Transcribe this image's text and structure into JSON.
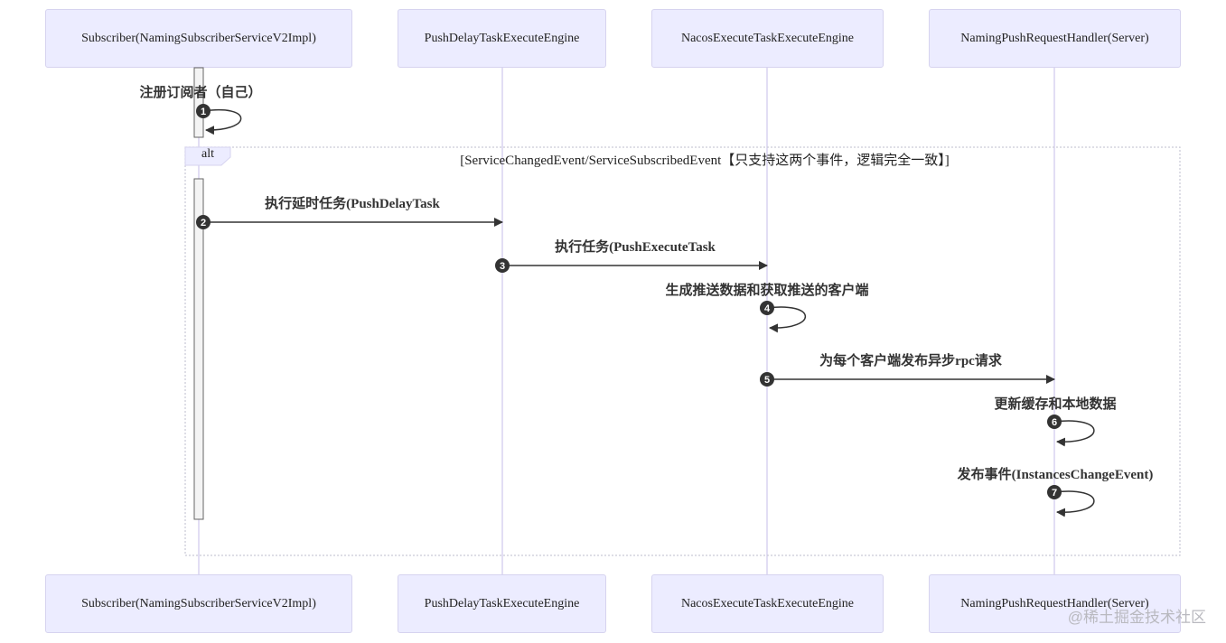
{
  "participants": [
    "Subscriber(NamingSubscriberServiceV2Impl)",
    "PushDelayTaskExecuteEngine",
    "NacosExecuteTaskExecuteEngine",
    "NamingPushRequestHandler(Server)"
  ],
  "alt": {
    "tag": "alt",
    "condition": "[ServiceChangedEvent/ServiceSubscribedEvent【只支持这两个事件，逻辑完全一致】]"
  },
  "messages": [
    {
      "num": "1",
      "label": "注册订阅者（自己）",
      "from": 0,
      "to": 0
    },
    {
      "num": "2",
      "label": "执行延时任务(PushDelayTask",
      "from": 0,
      "to": 1
    },
    {
      "num": "3",
      "label": "执行任务(PushExecuteTask",
      "from": 1,
      "to": 2
    },
    {
      "num": "4",
      "label": "生成推送数据和获取推送的客户端",
      "from": 2,
      "to": 2
    },
    {
      "num": "5",
      "label": "为每个客户端发布异步rpc请求",
      "from": 2,
      "to": 3
    },
    {
      "num": "6",
      "label": "更新缓存和本地数据",
      "from": 3,
      "to": 3
    },
    {
      "num": "7",
      "label": "发布事件(InstancesChangeEvent)",
      "from": 3,
      "to": 3
    }
  ],
  "watermark": "@稀土掘金技术社区",
  "colors": {
    "actor_fill": "#ECECFF",
    "lifeline": "#d8d4f0",
    "arrow": "#333333",
    "alt_border": "#c9c9d6"
  }
}
